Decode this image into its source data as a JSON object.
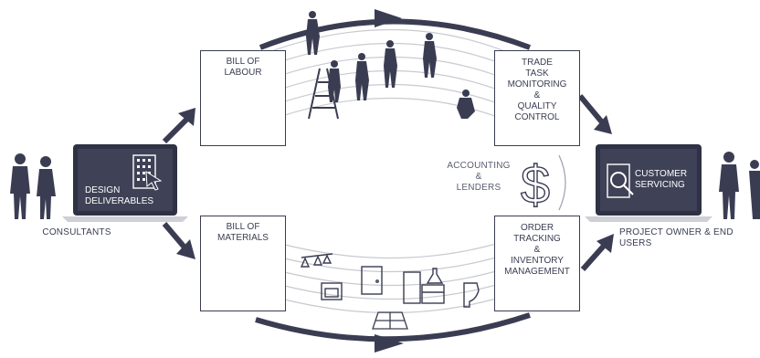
{
  "colors": {
    "ink": "#3a3d52",
    "grey": "#bfc0c7",
    "screen": "#3f4256"
  },
  "stakeholders": {
    "left": "CONSULTANTS",
    "right": "PROJECT OWNER & END USERS"
  },
  "laptops": {
    "left_line1": "DESIGN",
    "left_line2": "DELIVERABLES",
    "right_line1": "CUSTOMER",
    "right_line2": "SERVICING"
  },
  "boxes": {
    "labour": [
      "BILL OF",
      "LABOUR"
    ],
    "materials": [
      "BILL OF",
      "MATERIALS"
    ],
    "trade": [
      "TRADE",
      "TASK",
      "MONITORING",
      "&",
      "QUALITY",
      "CONTROL"
    ],
    "order": [
      "ORDER",
      "TRACKING",
      "&",
      "INVENTORY",
      "MANAGEMENT"
    ]
  },
  "center": {
    "line1": "ACCOUNTING",
    "line2": "&",
    "line3": "LENDERS",
    "symbol": "$"
  },
  "icons": [
    "person-icon",
    "laptop-icon",
    "building-icon",
    "magnifier-icon",
    "cursor-icon",
    "list-icon",
    "dollar-icon",
    "ladder-icon",
    "worker-icon",
    "lamp-icon",
    "door-icon",
    "kitchen-cabinet-icon",
    "toilet-icon",
    "oven-icon",
    "tile-icon",
    "flask-icon"
  ]
}
